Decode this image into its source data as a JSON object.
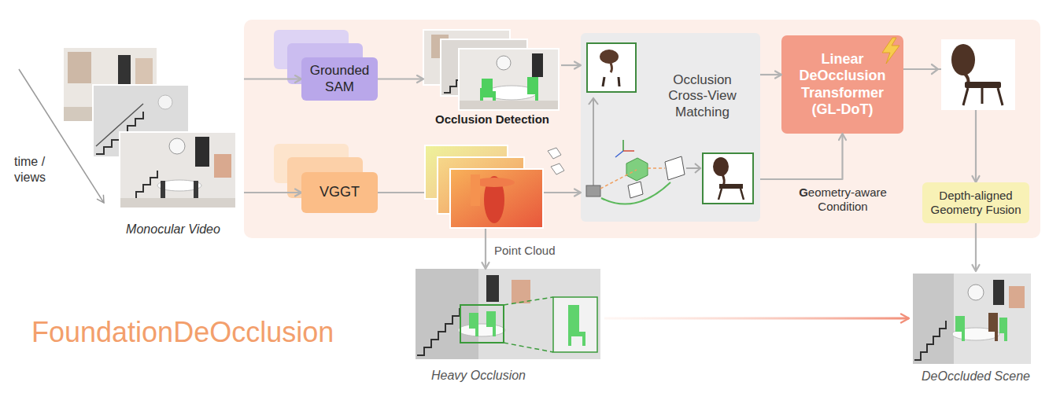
{
  "diagram": {
    "title": "FoundationDeOcclusion",
    "nodes": [
      {
        "text": [
          "Monocular Video"
        ]
      },
      {
        "text": [
          "Grounded SAM"
        ]
      },
      {
        "text": [
          "VGGT"
        ]
      },
      {
        "text": [
          "Occlusion Detection"
        ]
      },
      {
        "text": [
          "Occlusion Cross-View Matching"
        ]
      },
      {
        "text": [
          "Linear DeOcclusion Transformer (GL-DoT)"
        ]
      },
      {
        "text": [
          "Depth-aligned Geometry Fusion"
        ]
      },
      {
        "text": [
          "Heavy Occlusion"
        ]
      },
      {
        "text": [
          "DeOccluded Scene"
        ]
      }
    ],
    "edges": [
      {
        "from": 0,
        "to": 1,
        "arrow": "to"
      },
      {
        "from": 0,
        "to": 2,
        "arrow": "to"
      },
      {
        "from": 1,
        "to": 3,
        "arrow": "to"
      },
      {
        "from": 3,
        "to": 4,
        "arrow": "to"
      },
      {
        "from": 2,
        "to": 4,
        "arrow": "to"
      },
      {
        "from": 2,
        "to": 7,
        "label": "Point Cloud",
        "arrow": "to"
      },
      {
        "from": 4,
        "to": 5,
        "arrow": "to"
      },
      {
        "from": 4,
        "to": 5,
        "label": "Geometry-aware Condition",
        "arrow": "to"
      },
      {
        "from": 5,
        "to": 6,
        "arrow": "to"
      },
      {
        "from": 6,
        "to": 8,
        "arrow": "to"
      },
      {
        "from": 7,
        "to": 8,
        "arrow": "to"
      }
    ],
    "labels": [
      "time / views"
    ]
  }
}
